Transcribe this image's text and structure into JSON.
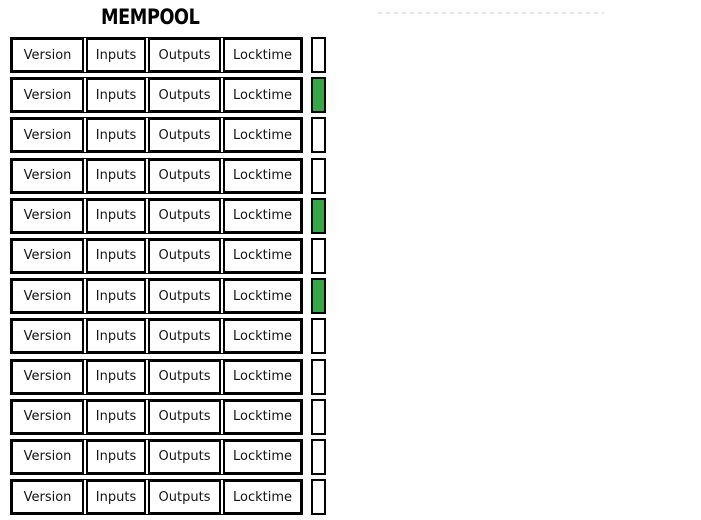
{
  "title": "MEMPOOL",
  "field_labels": [
    "Version",
    "Inputs",
    "Outputs",
    "Locktime"
  ],
  "colors": {
    "flag_green": "#35a845",
    "flag_white": "#ffffff",
    "box_border": "#000000",
    "divider_gray": "#e2e2e2",
    "text": "#000000"
  },
  "transactions": [
    {
      "flag": "white"
    },
    {
      "flag": "green"
    },
    {
      "flag": "white"
    },
    {
      "flag": "white"
    },
    {
      "flag": "green"
    },
    {
      "flag": "white"
    },
    {
      "flag": "green"
    },
    {
      "flag": "white"
    },
    {
      "flag": "white"
    },
    {
      "flag": "white"
    },
    {
      "flag": "white"
    },
    {
      "flag": "white"
    }
  ]
}
